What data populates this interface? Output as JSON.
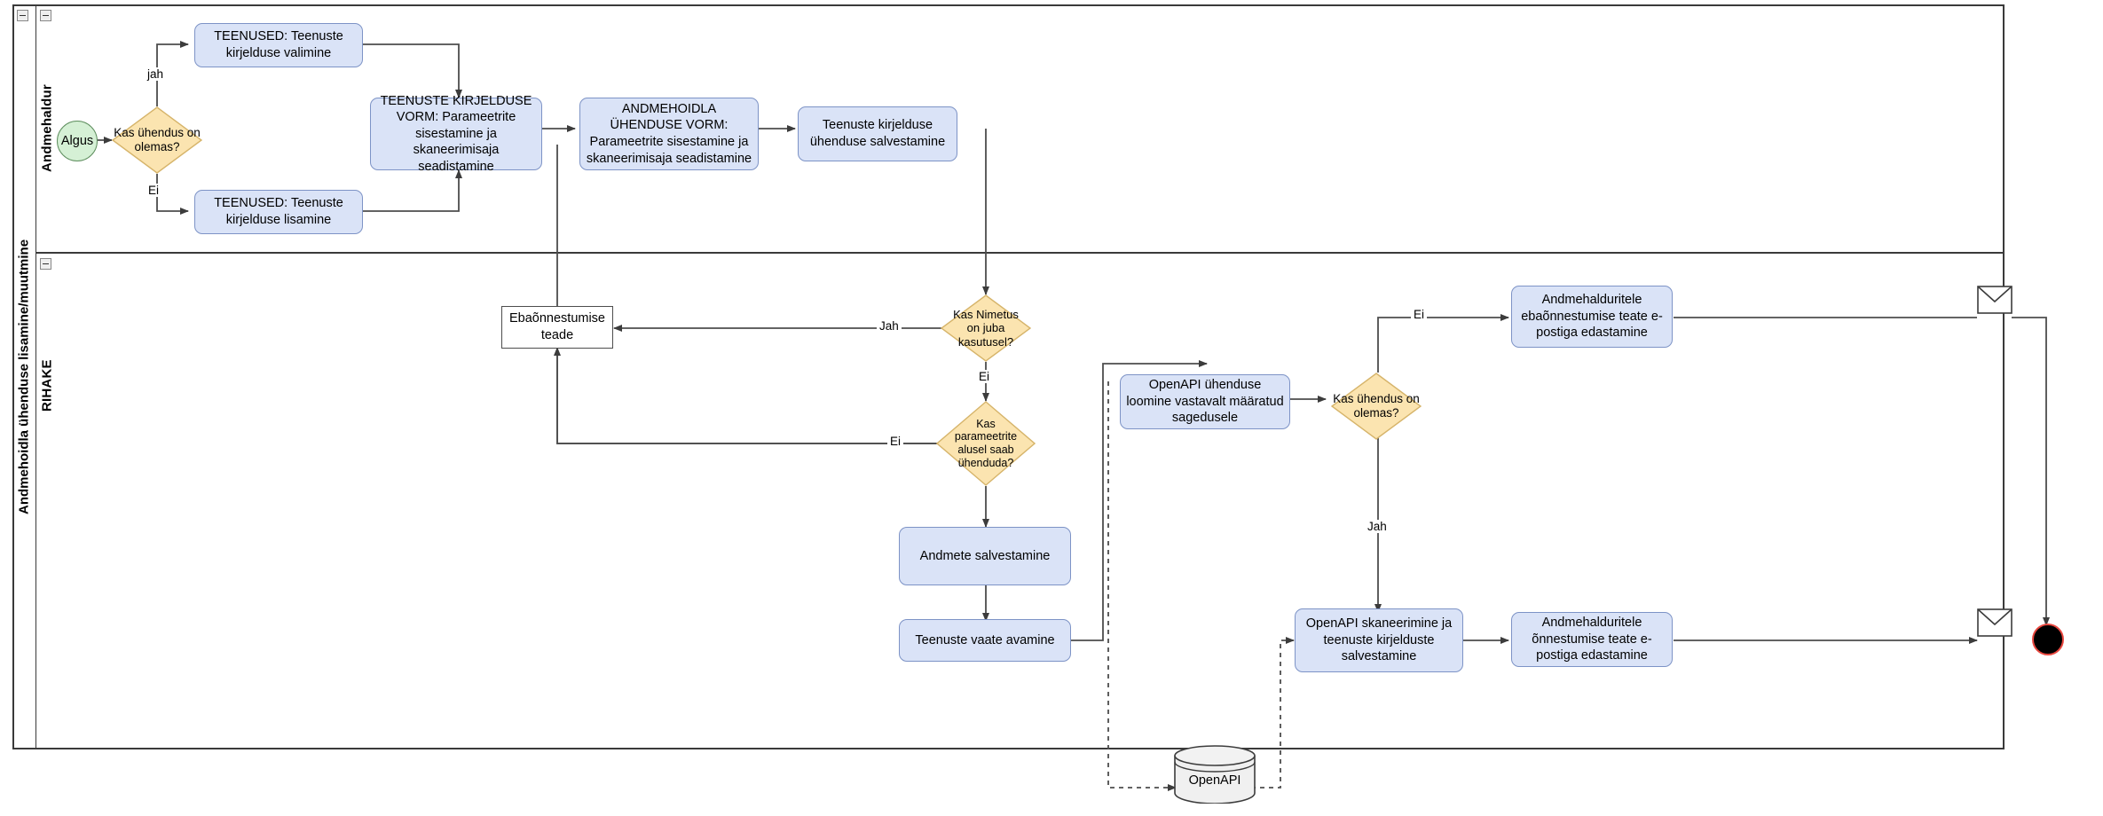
{
  "diagram": {
    "type": "bpmn-flowchart",
    "language": "et",
    "pool_title": "Andmehoidla ühenduse lisamine/muutmine",
    "lanes": [
      {
        "id": "lane-andmehaldur",
        "label": "Andmehaldur"
      },
      {
        "id": "lane-rihake",
        "label": "RIHAKE"
      }
    ],
    "colors": {
      "task_fill": "#dae3f7",
      "task_stroke": "#7d93c6",
      "gateway_fill": "#fbe4b0",
      "gateway_stroke": "#d6b46a",
      "start_fill": "#d5f0d5",
      "start_stroke": "#5f8f5f",
      "end_stroke": "#e8473f",
      "line": "#4d4d4d",
      "lane_border": "#3a3a3a"
    }
  },
  "nodes": {
    "start": {
      "label": "Algus",
      "kind": "start-event"
    },
    "gw_connection_exists_top": {
      "label": "Kas ühendus on olemas?",
      "kind": "gateway"
    },
    "task_select_desc": {
      "label": "TEENUSED: Teenuste kirjelduse valimine",
      "kind": "task"
    },
    "task_add_desc": {
      "label": "TEENUSED: Teenuste kirjelduse lisamine",
      "kind": "task"
    },
    "task_service_form": {
      "label": "TEENUSTE KIRJELDUSE VORM: Parameetrite sisestamine ja skaneerimisaja seadistamine",
      "kind": "task"
    },
    "task_warehouse_form": {
      "label": "ANDMEHOIDLA ÜHENDUSE VORM: Parameetrite sisestamine ja skaneerimisaja seadistamine",
      "kind": "task"
    },
    "task_save_connection": {
      "label": "Teenuste kirjelduse ühenduse salvestamine",
      "kind": "task"
    },
    "msg_failure": {
      "label": "Ebaõnnestumise teade",
      "kind": "plain-box"
    },
    "gw_name_used": {
      "label": "Kas Nimetus on juba kasutusel?",
      "kind": "gateway"
    },
    "gw_params_connect": {
      "label": "Kas parameetrite alusel saab ühenduda?",
      "kind": "gateway"
    },
    "task_save_data": {
      "label": "Andmete salvestamine",
      "kind": "task"
    },
    "task_open_view": {
      "label": "Teenuste vaate avamine",
      "kind": "task"
    },
    "task_openapi_create": {
      "label": "OpenAPI ühenduse loomine vastavalt määratud sagedusele",
      "kind": "task"
    },
    "gw_connection_exists_bottom": {
      "label": "Kas ühendus on olemas?",
      "kind": "gateway"
    },
    "task_mail_failure": {
      "label": "Andmehalduritele ebaõnnestumise teate e-postiga edastamine",
      "kind": "task"
    },
    "task_openapi_scan": {
      "label": "OpenAPI skaneerimine ja teenuste kirjelduste salvestamine",
      "kind": "task"
    },
    "task_mail_success": {
      "label": "Andmehalduritele õnnestumise teate e-postiga edastamine",
      "kind": "task"
    },
    "datastore_openapi": {
      "label": "OpenAPI",
      "kind": "data-store"
    },
    "msg_event_top": {
      "label": "",
      "kind": "message-event"
    },
    "msg_event_bottom": {
      "label": "",
      "kind": "message-event"
    },
    "end": {
      "label": "",
      "kind": "end-event"
    }
  },
  "edge_labels": {
    "jah_top": "jah",
    "ei_top": "Ei",
    "jah_name_used": "Jah",
    "ei_name_used": "Ei",
    "ei_params": "Ei",
    "ei_connection_bottom": "Ei",
    "jah_connection_bottom": "Jah"
  }
}
